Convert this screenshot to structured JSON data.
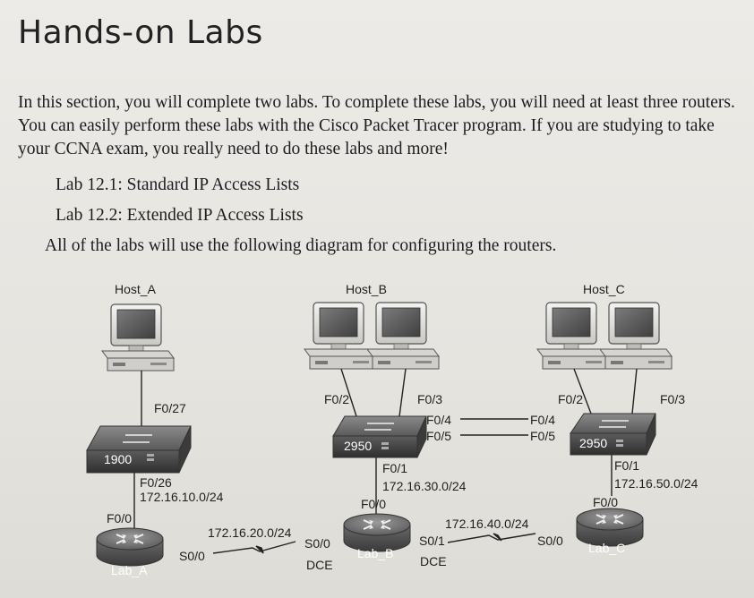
{
  "heading": "Hands-on Labs",
  "intro": "In this section, you will complete two labs. To complete these labs, you will need at least three routers. You can easily perform these labs with the Cisco Packet Tracer program. If you are studying to take your CCNA exam, you really need to do these labs and more!",
  "labs": [
    "Lab 12.1: Standard IP Access Lists",
    "Lab 12.2: Extended IP Access Lists"
  ],
  "diagram_note": "All of the labs will use the following diagram for configuring the routers.",
  "diagram": {
    "hosts": {
      "a": "Host_A",
      "b": "Host_B",
      "c": "Host_C"
    },
    "switches": {
      "s1900": "1900",
      "s2950b": "2950",
      "s2950c": "2950"
    },
    "routers": {
      "a": "Lab_A",
      "b": "Lab_B",
      "c": "Lab_C"
    },
    "ports": {
      "f0_27": "F0/27",
      "f0_26": "F0/26",
      "sw_b_f0_2": "F0/2",
      "sw_b_f0_3": "F0/3",
      "sw_b_f0_4": "F0/4",
      "sw_b_f0_5": "F0/5",
      "sw_b_f0_1": "F0/1",
      "sw_c_f0_2": "F0/2",
      "sw_c_f0_3": "F0/3",
      "sw_c_f0_4": "F0/4",
      "sw_c_f0_5": "F0/5",
      "sw_c_f0_1": "F0/1",
      "lab_a_f0_0": "F0/0",
      "lab_a_s0_0": "S0/0",
      "lab_b_f0_0": "F0/0",
      "lab_b_s0_0": "S0/0",
      "lab_b_s0_0_dce": "DCE",
      "lab_b_s0_1": "S0/1",
      "lab_b_s0_1_dce": "DCE",
      "lab_c_f0_0": "F0/0",
      "lab_c_s0_0": "S0/0"
    },
    "networks": {
      "n10": "172.16.10.0/24",
      "n20": "172.16.20.0/24",
      "n30": "172.16.30.0/24",
      "n40": "172.16.40.0/24",
      "n50": "172.16.50.0/24"
    }
  }
}
